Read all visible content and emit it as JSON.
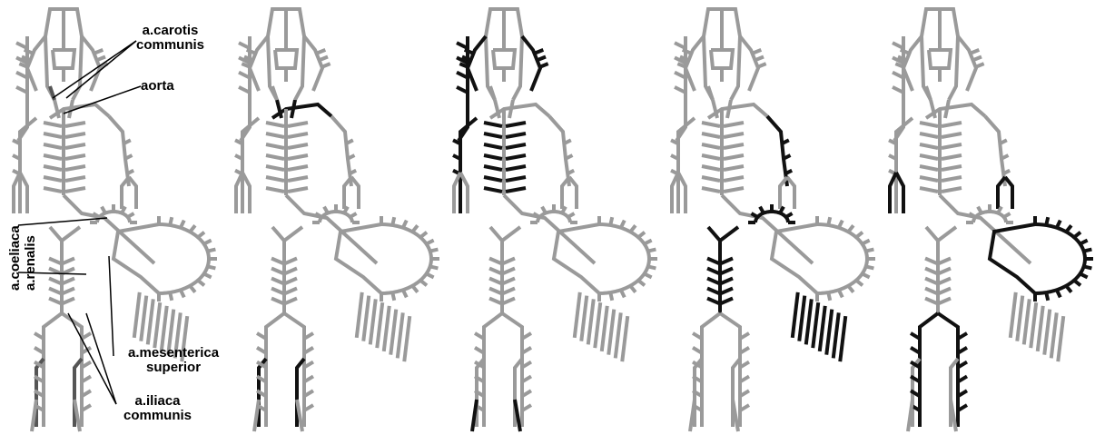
{
  "labels": {
    "carotis_line1": "a.carotis",
    "carotis_line2": "communis",
    "aorta": "aorta",
    "coeliaca": "a.coeliaca",
    "renalis": "a.renalis",
    "mesenterica_line1": "a.mesenterica",
    "mesenterica_line2": "superior",
    "iliaca_line1": "a.iliaca",
    "iliaca_line2": "communis"
  },
  "colors": {
    "light": "#9a9a9a",
    "mid": "#555555",
    "dark": "#111111",
    "background": "#ffffff"
  },
  "panels": [
    {
      "name": "panel-1",
      "highlight": [
        "carotid_base",
        "leg_upper"
      ],
      "highlight_level": "mid"
    },
    {
      "name": "panel-2",
      "highlight": [
        "carotid",
        "aorta_arch",
        "legs_upper"
      ],
      "highlight_level": "dark"
    },
    {
      "name": "panel-3",
      "highlight": [
        "head_branches",
        "ribs",
        "arms",
        "feet"
      ],
      "highlight_level": "dark"
    },
    {
      "name": "panel-4",
      "highlight": [
        "arm_lower",
        "intestine",
        "pelvis"
      ],
      "highlight_level": "dark"
    },
    {
      "name": "panel-5",
      "highlight": [
        "hands",
        "colon",
        "legs"
      ],
      "highlight_level": "dark"
    }
  ]
}
